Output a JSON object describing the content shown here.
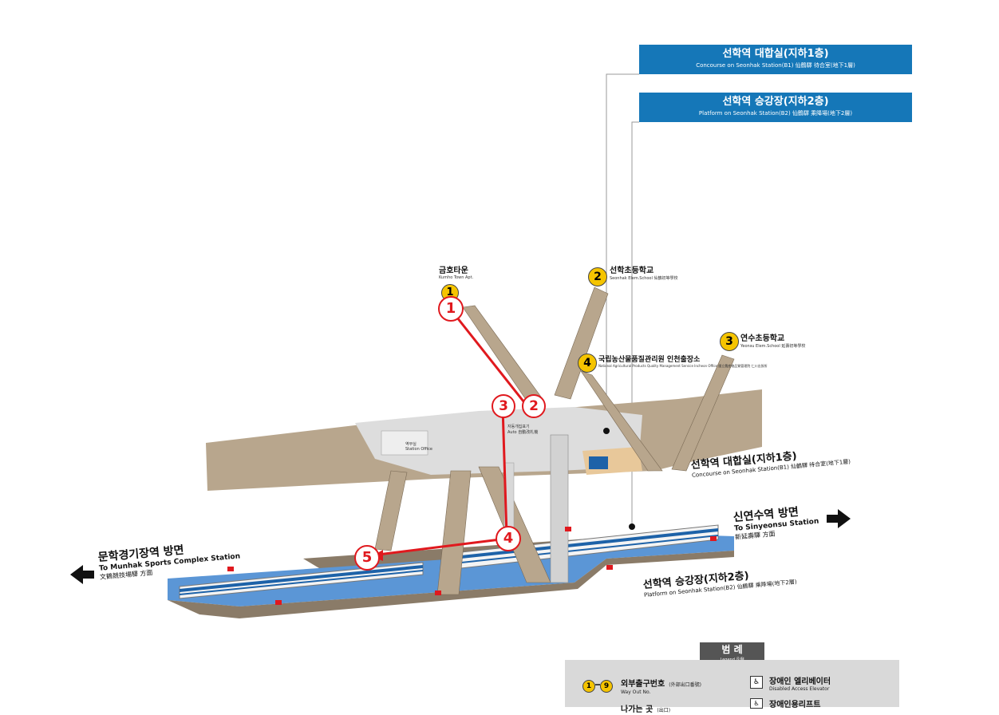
{
  "headers": {
    "concourse": {
      "ko": "선학역 대합실(지하1층)",
      "en": "Concourse on Seonhak Station(B1) 仙鶴驛 待合室(地下1層)"
    },
    "platform": {
      "ko": "선학역 승강장(지하2층)",
      "en": "Platform on Seonhak Station(B2) 仙鶴驛 乘降場(地下2層)"
    }
  },
  "exits": [
    {
      "num": "1",
      "label": "금호타운",
      "sub": "Kumho Town Apt."
    },
    {
      "num": "2",
      "label": "선학초등학교",
      "sub": "Seonhak Elem.School 仙鶴初等學校"
    },
    {
      "num": "3",
      "label": "연수초등학교",
      "sub": "Yeonsu Elem.School 延壽初等學校"
    },
    {
      "num": "4",
      "label": "국립농산물품질관리원 인천출장소",
      "sub": "National Agricultural Products Quality Management Service Incheon Office 國立農産物品質管理院 仁川出張所"
    }
  ],
  "route_steps": [
    "1",
    "2",
    "3",
    "4",
    "5"
  ],
  "concourse_labels": {
    "ticket_machine": "자동개집표기",
    "ticket_machine_sub": "Auto 自動改札機",
    "station_office": "역무실",
    "station_office_sub": "Station Office"
  },
  "concourse_side": {
    "ko": "선학역 대합실(지하1층)",
    "en": "Concourse on Seonhak Station(B1) 仙鶴驛 待合室(地下1層)"
  },
  "platform_side": {
    "ko": "선학역 승강장(지하2층)",
    "en": "Platform on Seonhak Station(B2) 仙鶴驛 乘降場(地下2層)"
  },
  "directions": {
    "left": {
      "ko": "문학경기장역 방면",
      "en": "To Munhak Sports Complex Station",
      "cn": "文鶴競技場驛 方面"
    },
    "right": {
      "ko": "신연수역 방면",
      "en": "To Sinyeonsu Station",
      "cn": "新延壽驛 方面"
    }
  },
  "legend": {
    "title": "범  례",
    "title_sub": "Legend 凡例",
    "exit_range_start": "1",
    "exit_range_end": "9",
    "exit_no": "외부출구번호",
    "exit_no_cn": "(外部出口番號)",
    "exit_no_en": "Way Out No.",
    "elevator": "장애인 엘리베이터",
    "elevator_en": "Disabled Access Elevator",
    "way_out": "나가는 곳",
    "way_out_cn": "(出口)",
    "lift": "장애인용리프트"
  },
  "colors": {
    "header_blue": "#1577b8",
    "exit_yellow": "#f5c400",
    "route_red": "#e0191e",
    "platform_blue": "#5b96d6",
    "floor_tan": "#b8a68d",
    "concourse_gray": "#dddddd"
  }
}
